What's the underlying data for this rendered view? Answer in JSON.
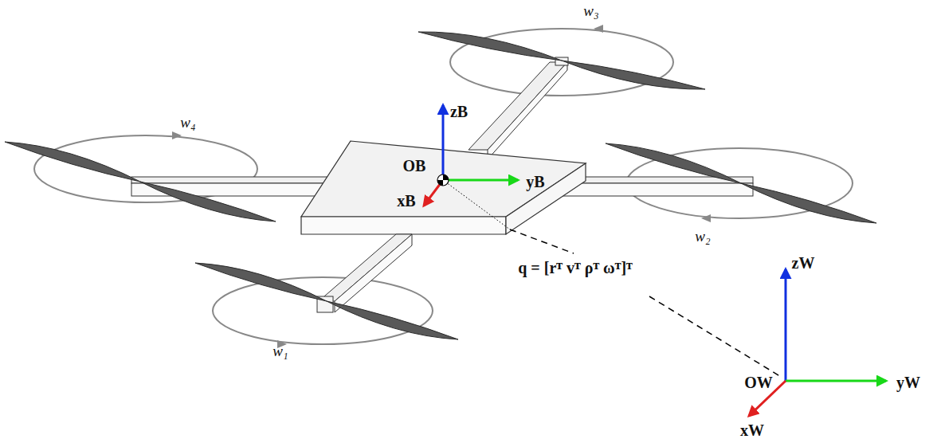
{
  "diagram": {
    "labels": [
      "w₃",
      "w₄",
      "zB",
      "OB",
      "yB",
      "xB",
      "w₂",
      "q = [rᵀ vᵀ ρᵀ ωᵀ]ᵀ",
      "w₁",
      "zW",
      "OW",
      "yW",
      "xW"
    ]
  }
}
